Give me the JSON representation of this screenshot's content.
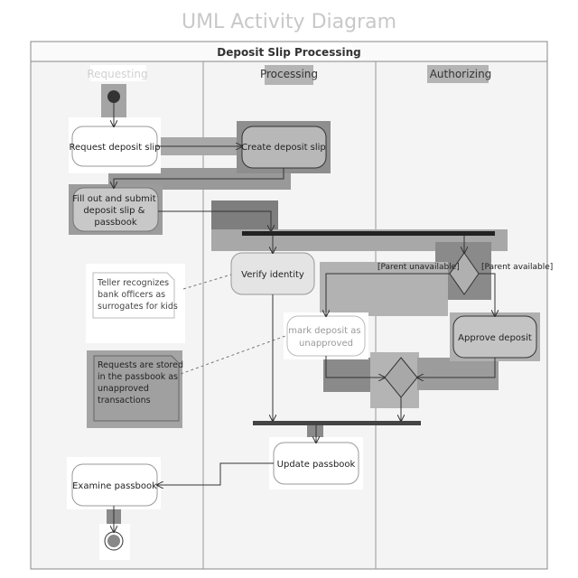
{
  "title": "UML Activity Diagram",
  "frame_title": "Deposit Slip Processing",
  "lanes": {
    "requesting": "Requesting",
    "processing": "Processing",
    "authorizing": "Authorizing"
  },
  "nodes": {
    "request_deposit_slip": "Request deposit slip",
    "create_deposit_slip": "Create deposit slip",
    "fill_out_submit": [
      "Fill out and submit",
      "deposit slip &",
      "passbook"
    ],
    "verify_identity": "Verify identity",
    "mark_deposit": [
      "mark deposit as",
      "unapproved"
    ],
    "approve_deposit": "Approve deposit",
    "update_passbook": "Update passbook",
    "examine_passbook": "Examine passbook"
  },
  "guards": {
    "parent_unavailable": "[Parent unavailable]",
    "parent_available": "[Parent available]"
  },
  "notes": {
    "teller": [
      "Teller recognizes",
      "bank officers as",
      "surrogates for kids"
    ],
    "requests_stored": [
      "Requests are stored",
      "in the passbook as",
      "unapproved",
      "transactions"
    ]
  },
  "colors": {
    "frame_border": "#888888",
    "lane_bg": "#f2f2f2",
    "node_fill": "#ffffff",
    "node_fill_dark": "#c4c4c4",
    "highlight": "#9a9a9a",
    "bar": "#222222"
  }
}
